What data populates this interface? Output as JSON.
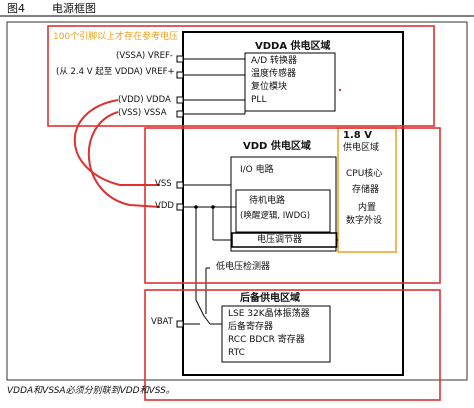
{
  "header": {
    "figure_label": "图4",
    "figure_title": "电源框图"
  },
  "annotation": {
    "text": "100个引脚以上才存在参考电压",
    "color": "#f0a020"
  },
  "vdda_block": {
    "title": "V<sub>DDA</sub>供电区域",
    "title_plain": "VDDA 供电区域",
    "items": [
      "A/D 转换器",
      "温度传感器",
      "复位模块",
      "PLL"
    ]
  },
  "vdda_pins": {
    "vssa_ref": "(VSSA) VREF-",
    "note_24": "(从 2.4 V 起至 VDDA) VREF+",
    "vdd_in": "(VDD) VDDA",
    "vss_in": "(VSS) VSSA"
  },
  "vdd_block": {
    "title": "VDD 供电区域",
    "io_title": "I/O 电路",
    "standby_line1": "待机电路",
    "standby_line2": "(唤醒逻辑, IWDG)",
    "regulator": "电压调节器",
    "low_voltage": "低电压检测器"
  },
  "core_block": {
    "title_voltage": "1.8 V",
    "title_text": "供电区域",
    "items": [
      "CPU核心",
      "存储器",
      "内置",
      "数字外设"
    ]
  },
  "vdd_pins": {
    "vss": "VSS",
    "vdd": "VDD"
  },
  "backup_block": {
    "title": "后备供电区域",
    "pin": "VBAT",
    "items": [
      "LSE 32K晶体振荡器",
      "后备寄存器",
      "RCC BDCR 寄存器",
      "RTC"
    ]
  },
  "footnote": "VDDA和VSSA必须分别联到VDD和VSS。",
  "colors": {
    "highlight_red": "#e03030",
    "core_border": "#f0a020",
    "line": "#111111"
  }
}
